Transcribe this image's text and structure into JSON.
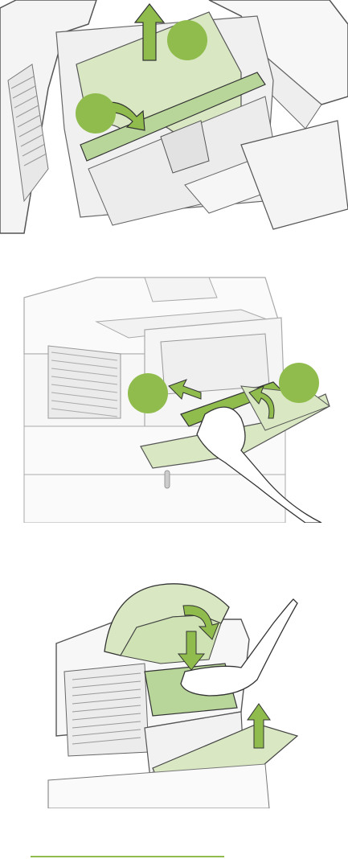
{
  "illustrations": [
    {
      "id": "step-remove-jammed-paper",
      "callouts": [
        "",
        ""
      ]
    },
    {
      "id": "step-reinsert-paper-guide",
      "callouts": [
        "",
        ""
      ]
    },
    {
      "id": "step-close-top-cover",
      "callouts": []
    }
  ],
  "colors": {
    "accent_green": "#8fbc4c",
    "light_green": "#d9e8c3",
    "mid_green": "#b9d69a",
    "line_gray": "#8a8a8a",
    "dark_line": "#333333"
  },
  "icons": [
    "arrow-up-icon",
    "arrow-curve-icon",
    "step-callout-icon",
    "hand-icon"
  ]
}
